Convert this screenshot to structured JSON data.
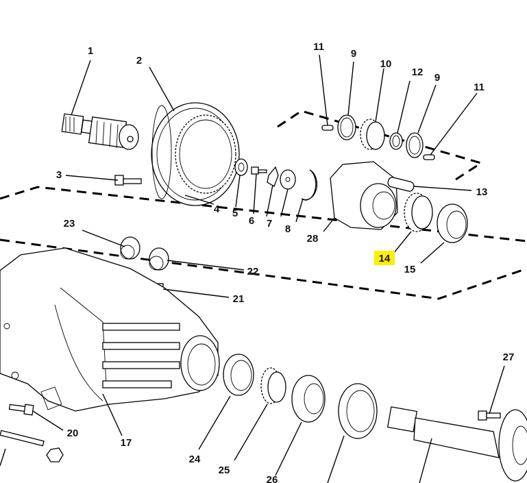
{
  "diagram": {
    "highlight_color": "#ffee00",
    "callouts": [
      {
        "key": "c1",
        "label": "1"
      },
      {
        "key": "c2",
        "label": "2"
      },
      {
        "key": "c3",
        "label": "3"
      },
      {
        "key": "c4",
        "label": "4"
      },
      {
        "key": "c5",
        "label": "5"
      },
      {
        "key": "c6",
        "label": "6"
      },
      {
        "key": "c7",
        "label": "7"
      },
      {
        "key": "c8",
        "label": "8"
      },
      {
        "key": "c9a",
        "label": "9"
      },
      {
        "key": "c9b",
        "label": "9"
      },
      {
        "key": "c10",
        "label": "10"
      },
      {
        "key": "c11a",
        "label": "11"
      },
      {
        "key": "c11b",
        "label": "11"
      },
      {
        "key": "c12",
        "label": "12"
      },
      {
        "key": "c13",
        "label": "13"
      },
      {
        "key": "c14",
        "label": "14",
        "highlighted": true
      },
      {
        "key": "c15",
        "label": "15"
      },
      {
        "key": "c17",
        "label": "17"
      },
      {
        "key": "c20",
        "label": "20"
      },
      {
        "key": "c21",
        "label": "21"
      },
      {
        "key": "c22",
        "label": "22"
      },
      {
        "key": "c23",
        "label": "23"
      },
      {
        "key": "c24",
        "label": "24"
      },
      {
        "key": "c25",
        "label": "25"
      },
      {
        "key": "c26",
        "label": "26"
      },
      {
        "key": "c27",
        "label": "27"
      },
      {
        "key": "c28",
        "label": "28"
      }
    ]
  }
}
